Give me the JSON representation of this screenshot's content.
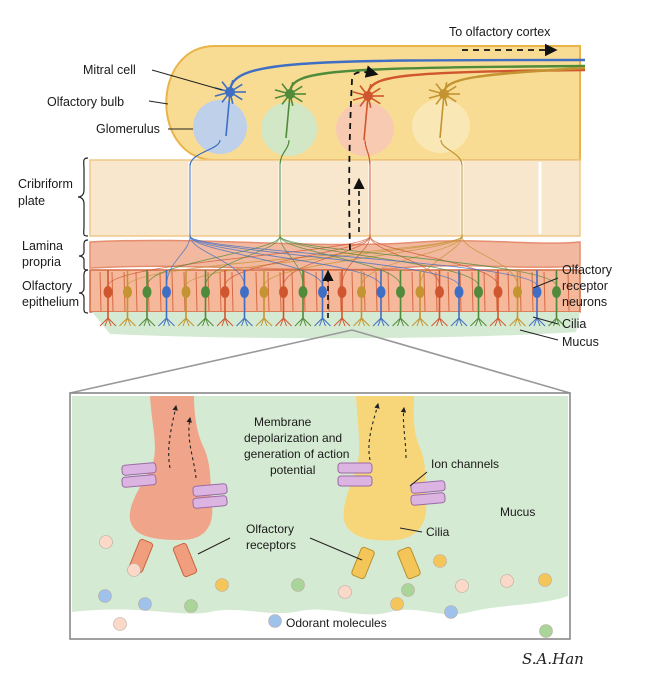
{
  "labels": {
    "to_cortex": "To olfactory cortex",
    "mitral_cell": "Mitral cell",
    "olfactory_bulb": "Olfactory bulb",
    "glomerulus": "Glomerulus",
    "cribriform_1": "Cribriform",
    "cribriform_2": "plate",
    "lamina_1": "Lamina",
    "lamina_2": "propria",
    "epithelium_1": "Olfactory",
    "epithelium_2": "epithelium",
    "orn_1": "Olfactory",
    "orn_2": "receptor",
    "orn_3": "neurons",
    "cilia": "Cilia",
    "mucus": "Mucus"
  },
  "inset": {
    "membrane_1": "Membrane",
    "membrane_2": "depolarization and",
    "membrane_3": "generation of action",
    "membrane_4": "potential",
    "ion_channels": "Ion channels",
    "mucus": "Mucus",
    "cilia": "Cilia",
    "receptors_1": "Olfactory",
    "receptors_2": "receptors",
    "odorant_molecules": "Odorant molecules"
  },
  "signature": "S.A.Han",
  "colors": {
    "blue": "#3f6fc4",
    "green": "#4f8b3a",
    "red": "#d0562f",
    "gold": "#c39431",
    "bulb": "#f8d88c",
    "mucus": "#d5ead2",
    "cilium_red": "#f0a58a",
    "cilium_yellow": "#f7d67a",
    "channel": "#dcb4e2"
  }
}
